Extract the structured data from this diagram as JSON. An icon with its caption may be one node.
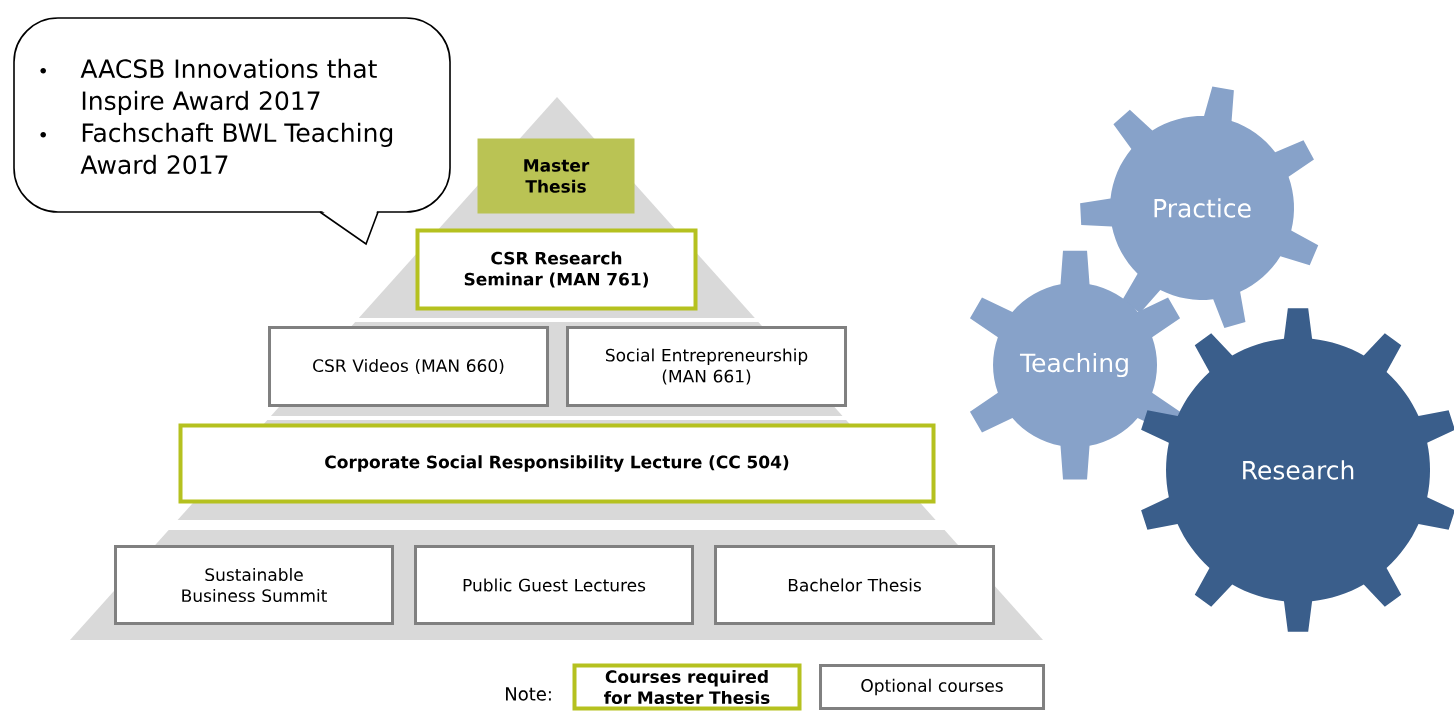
{
  "diagram": {
    "nodes": [
      {
        "text": [
          "AACSB Innovations that Inspire Award 2017",
          "Fachschaft BWL Teaching Award 2017"
        ]
      },
      {
        "text": [
          "Master Thesis"
        ]
      },
      {
        "text": [
          "CSR Research Seminar (MAN 761)"
        ]
      },
      {
        "text": [
          "CSR Videos (MAN 660)"
        ]
      },
      {
        "text": [
          "Social Entrepreneurship (MAN 661)"
        ]
      },
      {
        "text": [
          "Corporate Social Responsibility Lecture (CC 504)"
        ]
      },
      {
        "text": [
          "Sustainable Business Summit"
        ]
      },
      {
        "text": [
          "Public Guest Lectures"
        ]
      },
      {
        "text": [
          "Bachelor Thesis"
        ]
      },
      {
        "text": [
          "Courses required for Master Thesis"
        ]
      },
      {
        "text": [
          "Optional courses"
        ]
      },
      {
        "text": [
          "Practice"
        ]
      },
      {
        "text": [
          "Teaching"
        ]
      },
      {
        "text": [
          "Research"
        ]
      }
    ],
    "labels": [
      "Note:"
    ]
  }
}
